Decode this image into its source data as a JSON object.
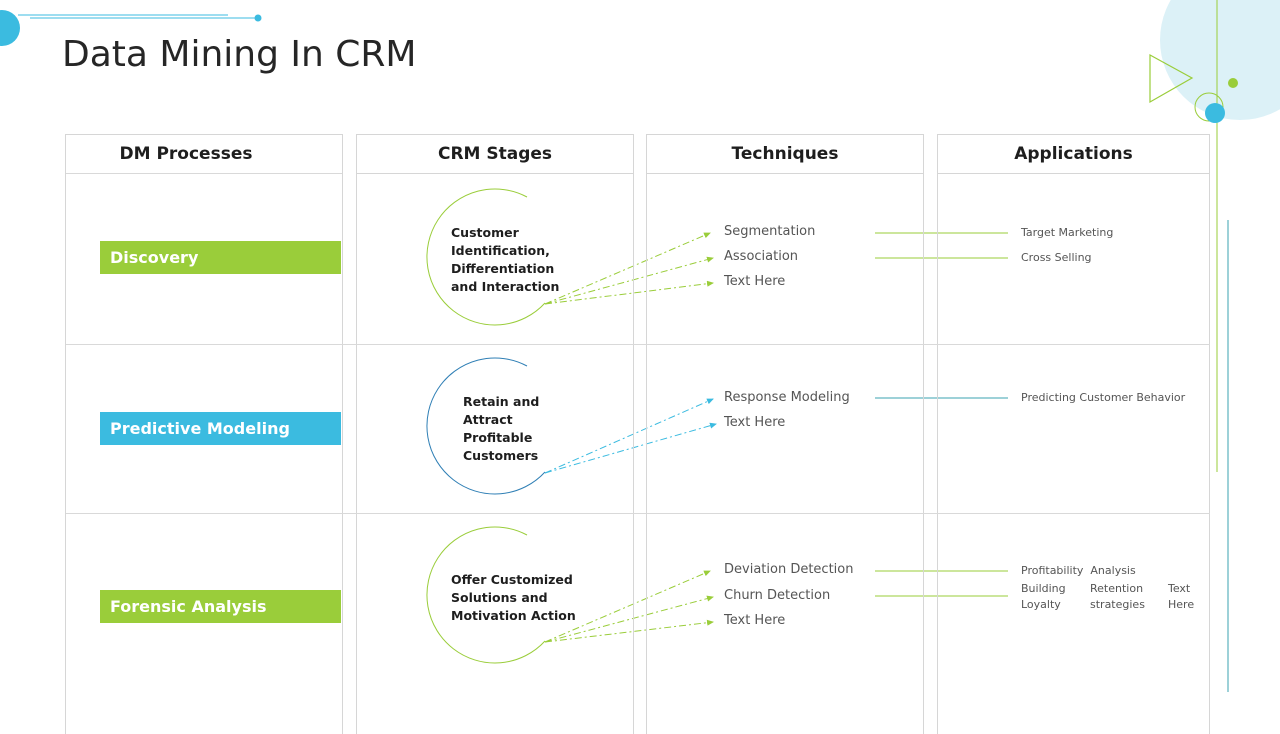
{
  "title": "Data Mining In CRM",
  "colors": {
    "green": "#9acd3a",
    "blue": "#3bbbe0",
    "light_blue_bg": "#dcf1f7",
    "dark_blue_arc": "#2f7fb5",
    "teal_line": "#3ba3b0"
  },
  "headers": [
    "DM Processes",
    "CRM Stages",
    "Techniques",
    "Applications"
  ],
  "rows": [
    {
      "process": "Discovery",
      "process_color": "#9acd3a",
      "stage_lines": [
        "Customer",
        "Identification,",
        "Differentiation",
        "and Interaction"
      ],
      "techniques": [
        "Segmentation",
        "Association",
        "Text Here"
      ],
      "applications": [
        "Target Marketing",
        "Cross Selling"
      ]
    },
    {
      "process": "Predictive Modeling",
      "process_color": "#3bbbe0",
      "stage_lines": [
        "Retain and",
        "Attract",
        "Profitable",
        "Customers"
      ],
      "techniques": [
        "Response Modeling",
        "Text Here"
      ],
      "applications": [
        "Predicting Customer Behavior"
      ]
    },
    {
      "process": "Forensic Analysis",
      "process_color": "#9acd3a",
      "stage_lines": [
        "Offer Customized",
        "Solutions and",
        "Motivation Action"
      ],
      "techniques": [
        "Deviation Detection",
        "Churn Detection",
        "Text Here"
      ],
      "applications": [
        "Profitability  Analysis",
        "Building",
        "Loyalty",
        "Retention",
        "strategies",
        "Text",
        "Here"
      ]
    }
  ]
}
